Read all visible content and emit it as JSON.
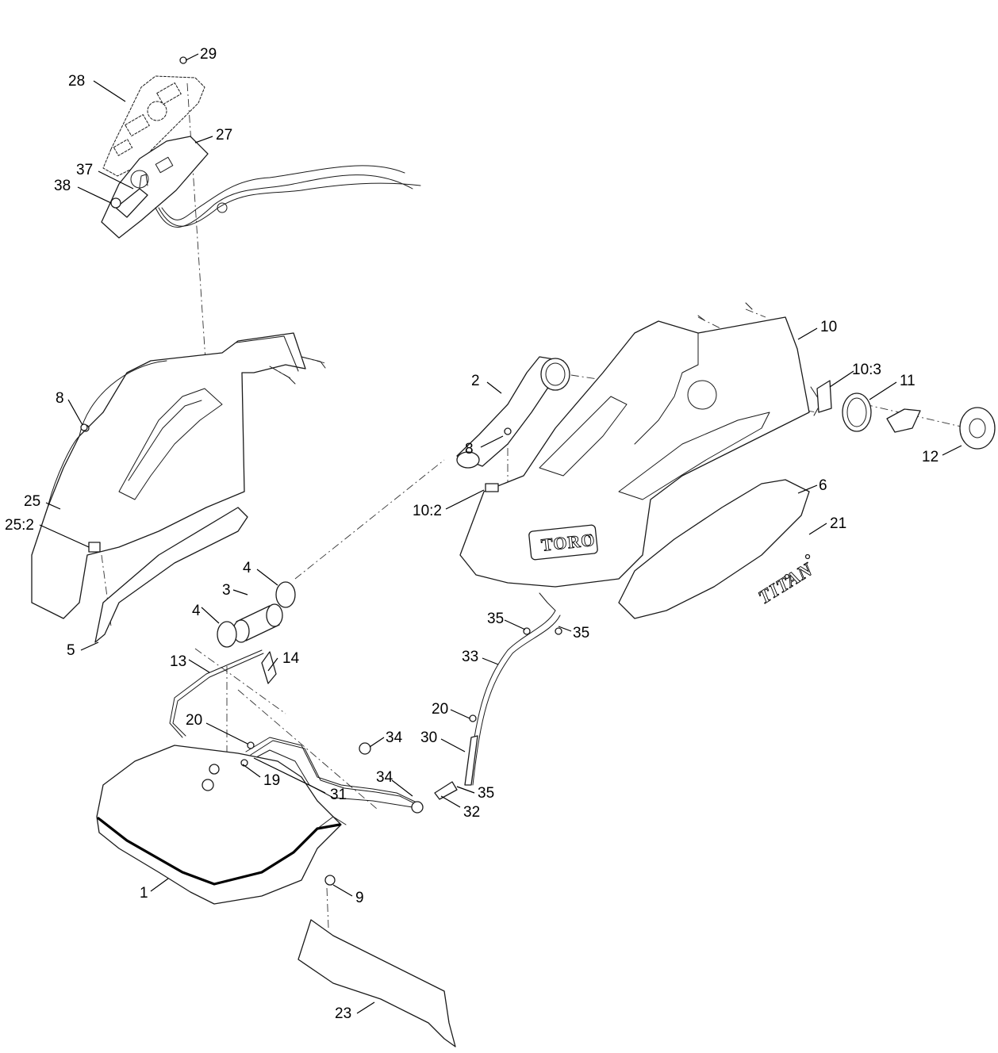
{
  "callouts": [
    {
      "id": "29",
      "label": "29"
    },
    {
      "id": "28",
      "label": "28"
    },
    {
      "id": "27",
      "label": "27"
    },
    {
      "id": "37",
      "label": "37"
    },
    {
      "id": "38",
      "label": "38"
    },
    {
      "id": "8a",
      "label": "8"
    },
    {
      "id": "25",
      "label": "25"
    },
    {
      "id": "25-2",
      "label": "25:2"
    },
    {
      "id": "5",
      "label": "5"
    },
    {
      "id": "2",
      "label": "2"
    },
    {
      "id": "10",
      "label": "10"
    },
    {
      "id": "10-3",
      "label": "10:3"
    },
    {
      "id": "11",
      "label": "11"
    },
    {
      "id": "12",
      "label": "12"
    },
    {
      "id": "8b",
      "label": "8"
    },
    {
      "id": "10-2",
      "label": "10:2"
    },
    {
      "id": "6",
      "label": "6"
    },
    {
      "id": "21",
      "label": "21"
    },
    {
      "id": "4a",
      "label": "4"
    },
    {
      "id": "3",
      "label": "3"
    },
    {
      "id": "4b",
      "label": "4"
    },
    {
      "id": "13",
      "label": "13"
    },
    {
      "id": "14",
      "label": "14"
    },
    {
      "id": "35a",
      "label": "35"
    },
    {
      "id": "35b",
      "label": "35"
    },
    {
      "id": "33",
      "label": "33"
    },
    {
      "id": "20a",
      "label": "20"
    },
    {
      "id": "20b",
      "label": "20"
    },
    {
      "id": "34a",
      "label": "34"
    },
    {
      "id": "30",
      "label": "30"
    },
    {
      "id": "19",
      "label": "19"
    },
    {
      "id": "31",
      "label": "31"
    },
    {
      "id": "34b",
      "label": "34"
    },
    {
      "id": "35c",
      "label": "35"
    },
    {
      "id": "32",
      "label": "32"
    },
    {
      "id": "1",
      "label": "1"
    },
    {
      "id": "9",
      "label": "9"
    },
    {
      "id": "23",
      "label": "23"
    }
  ],
  "markings": {
    "hood_brand": "TORO",
    "shield_brand": "TITAN"
  }
}
